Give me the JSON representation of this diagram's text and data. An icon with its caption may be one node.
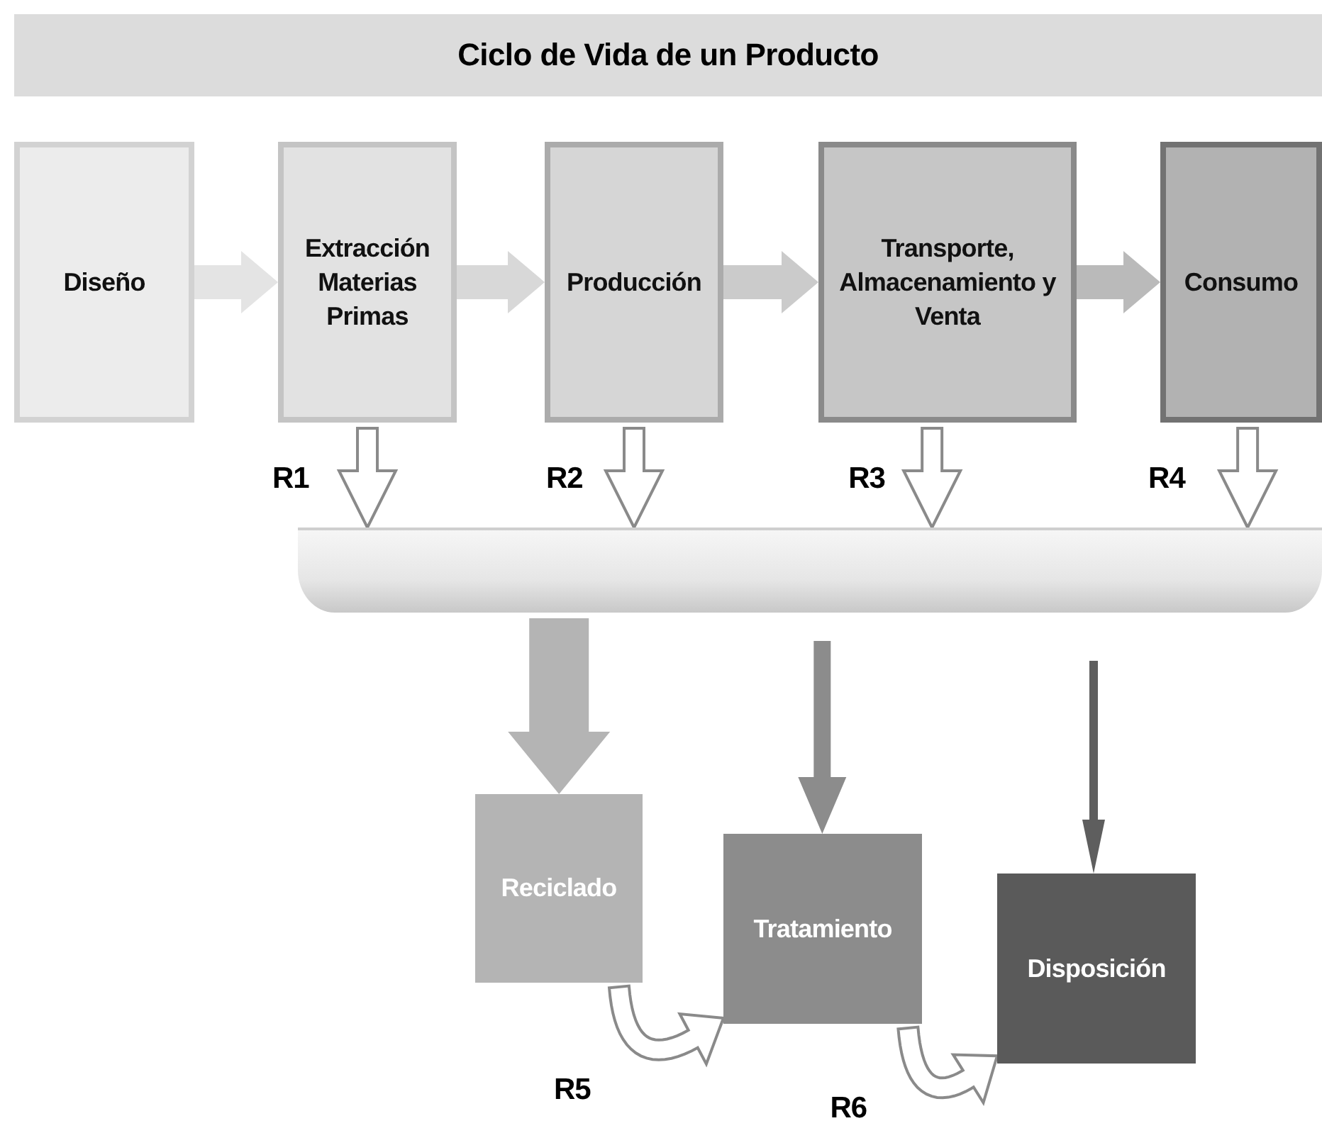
{
  "diagram": {
    "title": "Ciclo de Vida de un Producto",
    "nodes": [
      {
        "text": [
          "Diseño"
        ]
      },
      {
        "text": [
          "Extracción Materias Primas"
        ]
      },
      {
        "text": [
          "Producción"
        ]
      },
      {
        "text": [
          "Transporte, Almacenamiento y Venta"
        ]
      },
      {
        "text": [
          "Consumo"
        ]
      },
      {
        "text": [],
        "shape": "bar"
      },
      {
        "text": [
          "Reciclado"
        ]
      },
      {
        "text": [
          "Tratamiento"
        ]
      },
      {
        "text": [
          "Disposición"
        ]
      }
    ],
    "edges": [
      {
        "from": 0,
        "to": 1,
        "arrow": "to",
        "style": "thick",
        "color": "#e4e4e4"
      },
      {
        "from": 1,
        "to": 2,
        "arrow": "to",
        "style": "thick",
        "color": "#d8d8d8"
      },
      {
        "from": 2,
        "to": 3,
        "arrow": "to",
        "style": "thick",
        "color": "#cbcbcb"
      },
      {
        "from": 3,
        "to": 4,
        "arrow": "to",
        "style": "thick",
        "color": "#bababa"
      },
      {
        "from": 1,
        "to": 5,
        "arrow": "to",
        "label": "R1"
      },
      {
        "from": 2,
        "to": 5,
        "arrow": "to",
        "label": "R2"
      },
      {
        "from": 3,
        "to": 5,
        "arrow": "to",
        "label": "R3"
      },
      {
        "from": 4,
        "to": 5,
        "arrow": "to",
        "label": "R4"
      },
      {
        "from": 5,
        "to": 6,
        "arrow": "to",
        "style": "thick",
        "color": "#b4b4b4"
      },
      {
        "from": 5,
        "to": 7,
        "arrow": "to",
        "color": "#8c8c8c"
      },
      {
        "from": 5,
        "to": 8,
        "arrow": "to",
        "color": "#5e5e5e"
      },
      {
        "from": 6,
        "to": 7,
        "arrow": "to",
        "label": "R5"
      },
      {
        "from": 7,
        "to": 8,
        "arrow": "to",
        "label": "R6"
      }
    ]
  }
}
